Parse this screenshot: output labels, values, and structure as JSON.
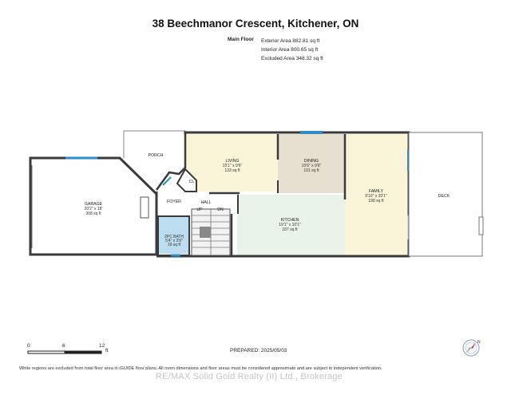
{
  "header": {
    "title": "38 Beechmanor Crescent, Kitchener, ON",
    "floor_label": "Main Floor",
    "exterior_area": "Exterior Area 882.81 sq ft",
    "interior_area": "Interior Area 800.65 sq ft",
    "excluded_area": "Excluded Area 348.32 sq ft"
  },
  "rooms": {
    "porch": {
      "name": "PORCH"
    },
    "garage": {
      "name": "GARAGE",
      "dims": "20'2\" x 18'",
      "area": "308 sq ft"
    },
    "living": {
      "name": "LIVING",
      "dims": "15'1\" x 9'6\"",
      "area": "133 sq ft"
    },
    "dining": {
      "name": "DINING",
      "dims": "10'6\" x 9'6\"",
      "area": "101 sq ft"
    },
    "family": {
      "name": "FAMILY",
      "dims": "9'10\" x 20'1\"",
      "area": "198 sq ft"
    },
    "kitchen": {
      "name": "KITCHEN",
      "dims": "19'1\" x 10'1\"",
      "area": "187 sq ft"
    },
    "foyer": {
      "name": "FOYER"
    },
    "closet": {
      "name": "CL"
    },
    "hall": {
      "name": "HALL"
    },
    "up": {
      "name": "UP"
    },
    "down": {
      "name": "DN"
    },
    "bath": {
      "name": "2PC BATH",
      "dims": "5'4\" x 3'6\"",
      "area": "19 sq ft"
    },
    "deck": {
      "name": "DECK"
    }
  },
  "colors": {
    "living": "#faf5d9",
    "dining": "#e7dfd0",
    "family": "#faf5d9",
    "kitchen": "#e9f3ea",
    "bath": "#bcdcef",
    "window": "#2e8cc7",
    "wall": "#3a3a3a"
  },
  "scale": {
    "labels": [
      "0",
      "6",
      "12"
    ],
    "unit": "ft"
  },
  "footer": {
    "prepared": "PREPARED: 2025/05/03",
    "disclaimer": "White regions are excluded from total floor area in iGUIDE floor plans. All room dimensions and floor areas must be considered approximate and are subject to independent verification.",
    "watermark": "RE/MAX Solid Gold Realty (II) Ltd., Brokerage"
  },
  "compass": {
    "label": "N",
    "icon": "compass-icon"
  }
}
